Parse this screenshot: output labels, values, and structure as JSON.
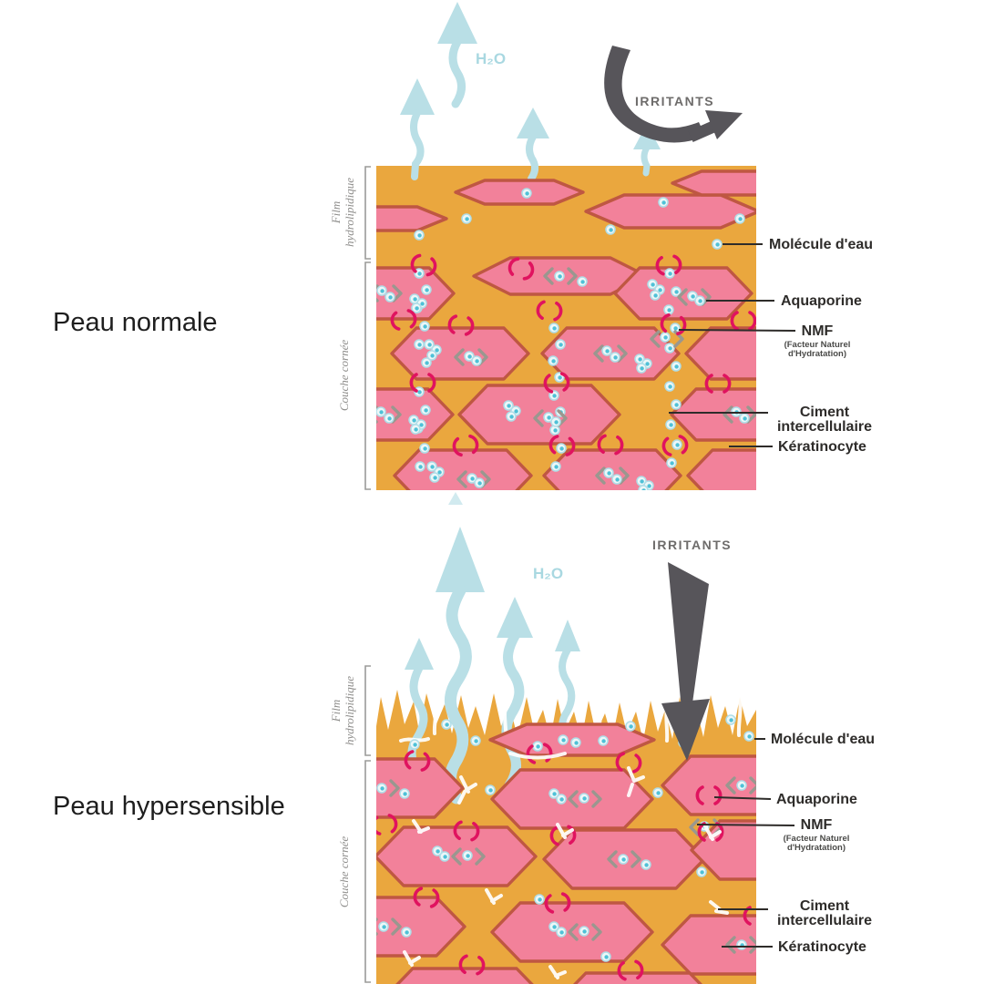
{
  "page": {
    "background": "#FFFFFF"
  },
  "colors": {
    "cement_orange": "#EAA73E",
    "cell_pink": "#F2819A",
    "cell_border": "#BF5742",
    "water_blue": "#4FC1D7",
    "water_pale": "#EDF7F8",
    "h2o_arrow_blue": "#B9DFE6",
    "aquaporine_crimson": "#E0135F",
    "nmf_gray": "#9A978F",
    "irritants_gray": "#57555A",
    "label_dark": "#2E2C2A",
    "side_label_gray": "#8F8E8C",
    "crack_white": "#FFFFFF"
  },
  "panels": [
    {
      "title": "Peau normale",
      "h2o_label": "H₂O",
      "irritants_label": "IRRITANTS",
      "layers": {
        "film": [
          "Film",
          "hydrolipidique"
        ],
        "stratum": "Couche cornée"
      },
      "annotations": {
        "molecule": "Molécule d'eau",
        "aquaporine": "Aquaporine",
        "nmf": "NMF",
        "nmf_sub1": "(Facteur Naturel",
        "nmf_sub2": "d'Hydratation)",
        "ciment_line1": "Ciment",
        "ciment_line2": "intercellulaire",
        "keratinocyte": "Kératinocyte"
      }
    },
    {
      "title": "Peau hypersensible",
      "h2o_label": "H₂O",
      "irritants_label": "IRRITANTS",
      "layers": {
        "film": [
          "Film",
          "hydrolipidique"
        ],
        "stratum": "Couche cornée"
      },
      "annotations": {
        "molecule": "Molécule d'eau",
        "aquaporine": "Aquaporine",
        "nmf": "NMF",
        "nmf_sub1": "(Facteur Naturel",
        "nmf_sub2": "d'Hydratation)",
        "ciment_line1": "Ciment",
        "ciment_line2": "intercellulaire",
        "keratinocyte": "Kératinocyte"
      }
    }
  ]
}
